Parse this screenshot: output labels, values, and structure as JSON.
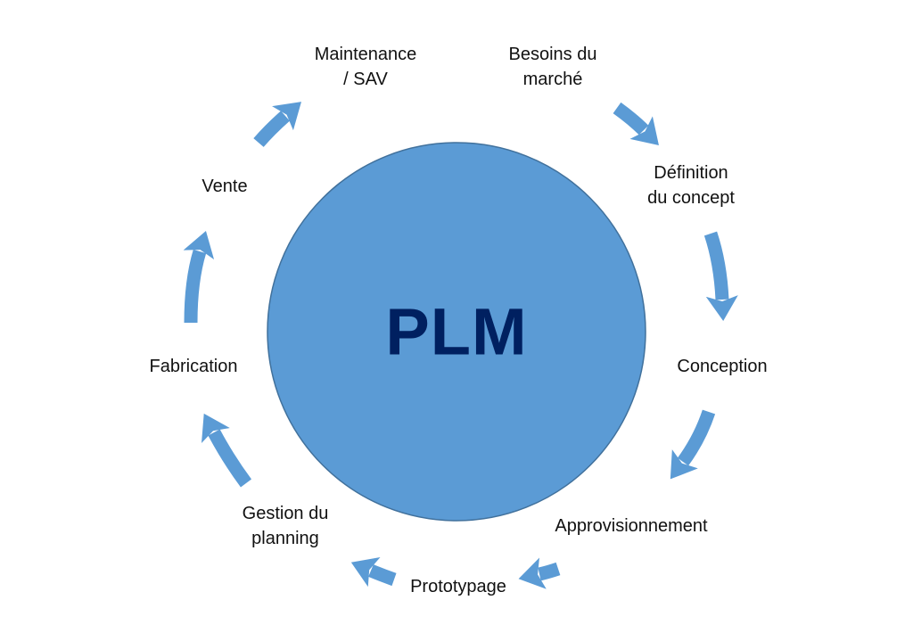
{
  "center": {
    "label": "PLM"
  },
  "colors": {
    "circle": "#5b9bd5",
    "circle_border": "#41719c",
    "arrow": "#5b9bd5",
    "center_text": "#002060"
  },
  "stages": [
    {
      "lines": [
        "Besoins du",
        "marché"
      ]
    },
    {
      "lines": [
        "Définition",
        "du concept"
      ]
    },
    {
      "lines": [
        "Conception"
      ]
    },
    {
      "lines": [
        "Approvisionnement"
      ]
    },
    {
      "lines": [
        "Prototypage"
      ]
    },
    {
      "lines": [
        "Gestion du",
        "planning"
      ]
    },
    {
      "lines": [
        "Fabrication"
      ]
    },
    {
      "lines": [
        "Vente"
      ]
    },
    {
      "lines": [
        "Maintenance",
        "/ SAV"
      ]
    }
  ]
}
